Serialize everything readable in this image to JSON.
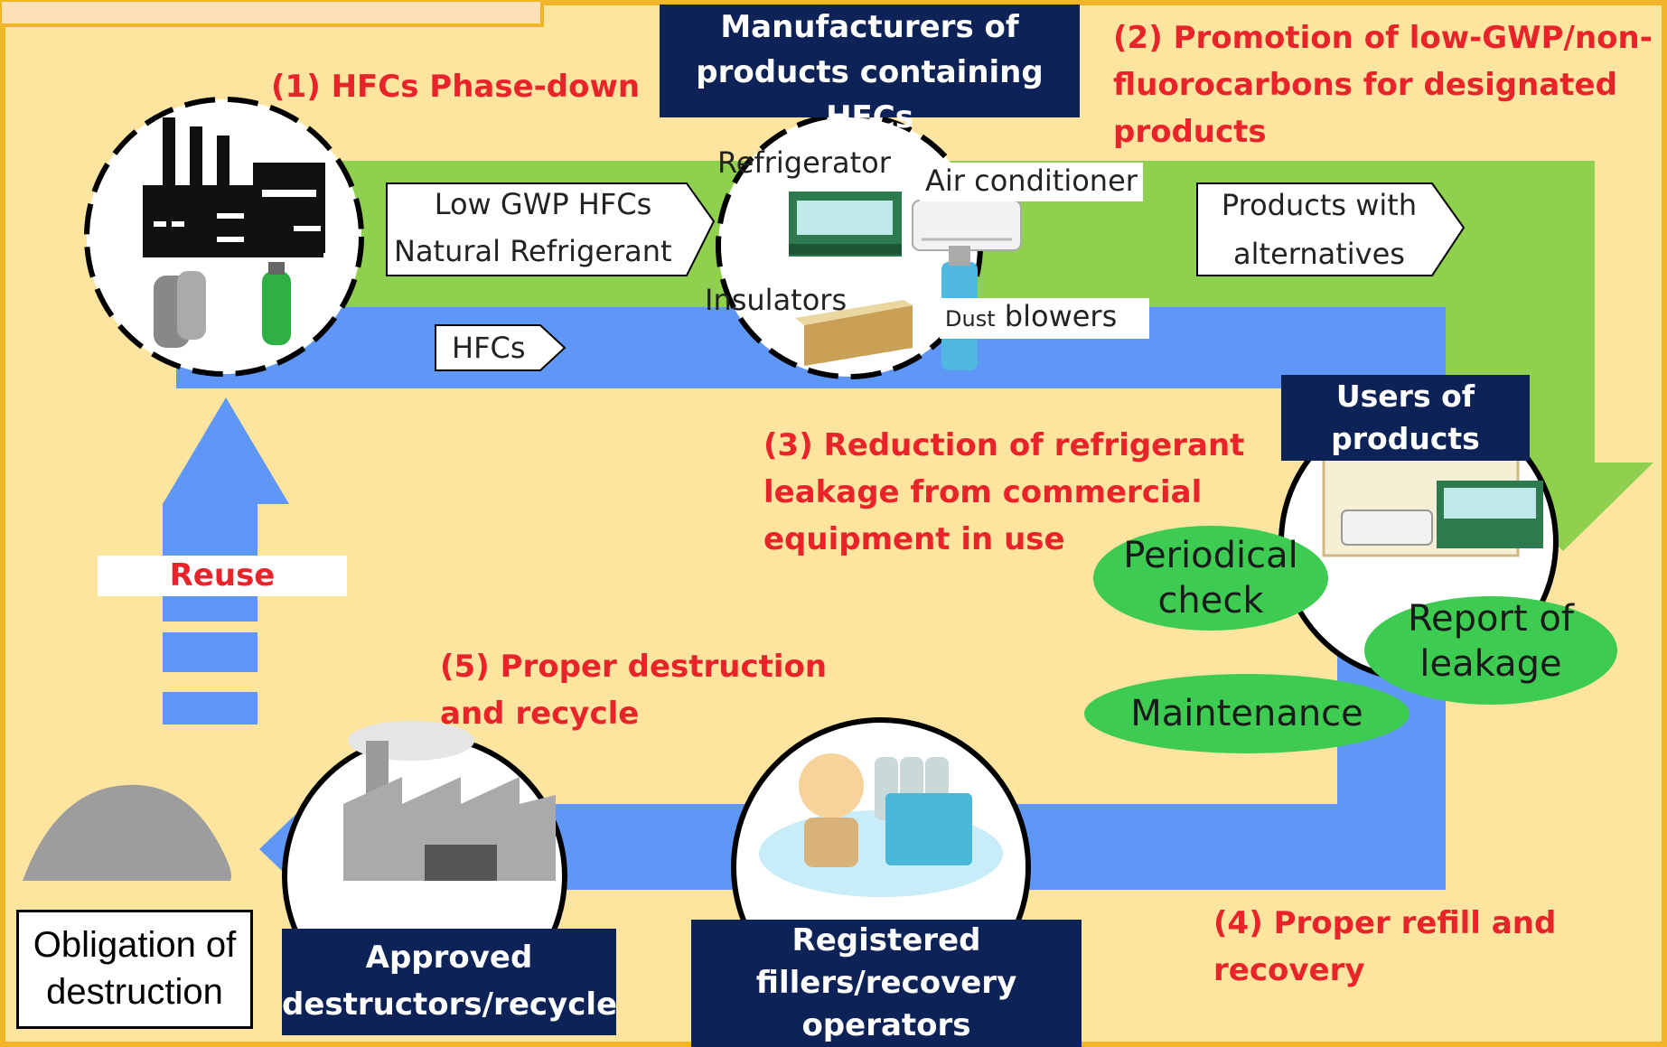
{
  "colors": {
    "background": "#fde5a0",
    "hfc_flow": "#5e97f6",
    "alternative_flow": "#8fd14f",
    "label_red": "#e8232a",
    "navy_box": "#0d2357",
    "ellipse_green": "#3ecb52"
  },
  "headings": {
    "step1": "(1) HFCs Phase-down",
    "step2_line1": "(2) Promotion of  low-GWP/non-",
    "step2_line2": "fluorocarbons for designated",
    "step2_line3": "products",
    "step3_line1": "(3) Reduction of refrigerant",
    "step3_line2": "leakage from commercial",
    "step3_line3": "equipment in use",
    "step4_line1": "(4) Proper refill and",
    "step4_line2": "recovery",
    "step5_line1": "(5) Proper destruction",
    "step5_line2": "and recycle"
  },
  "actors": {
    "manufacturers_line1": "Manufacturers of",
    "manufacturers_line2": "products containing  HFCs",
    "users_line1": "Users of",
    "users_line2": "products",
    "fillers_line1": "Registered",
    "fillers_line2": "fillers/recovery",
    "fillers_line3": "operators",
    "destructors_line1": "Approved",
    "destructors_line2": "destructors/recycle"
  },
  "flow_labels": {
    "low_gwp_line1": "Low GWP HFCs",
    "low_gwp_line2": "Natural Refrigerant",
    "hfcs": "HFCs",
    "alternatives_line1": "Products with",
    "alternatives_line2": "alternatives",
    "reuse": "Reuse"
  },
  "products": {
    "refrigerator": "Refrigerator",
    "air_conditioner": "Air conditioner",
    "insulators": "Insulators",
    "dust": "Dust",
    "blowers": "blowers"
  },
  "actions": {
    "periodical_line1": "Periodical",
    "periodical_line2": "check",
    "report_line1": "Report of",
    "report_line2": "leakage",
    "maintenance": "Maintenance"
  },
  "obligation_line1": "Obligation of",
  "obligation_line2": "destruction"
}
